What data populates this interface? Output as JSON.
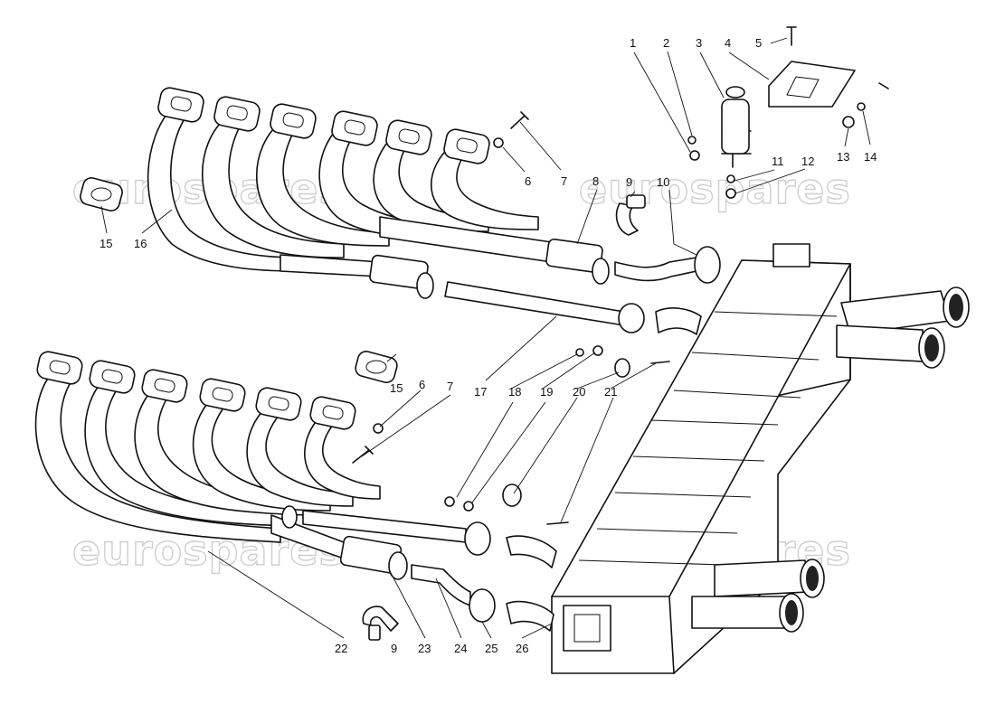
{
  "watermark_text": "eurospares",
  "colors": {
    "ink": "#111111",
    "paper": "#ffffff",
    "watermark": "#cfcfcf"
  },
  "labels": {
    "p1": "1",
    "p2": "2",
    "p3": "3",
    "p4": "4",
    "p5": "5",
    "p6": "6",
    "p7": "7",
    "p8": "8",
    "p9": "9",
    "p10": "10",
    "p11": "11",
    "p12": "12",
    "p13": "13",
    "p14": "14",
    "p15": "15",
    "p16": "16",
    "p6b": "6",
    "p7b": "7",
    "p15b": "15",
    "p17": "17",
    "p18": "18",
    "p19": "19",
    "p20": "20",
    "p21": "21",
    "p22": "22",
    "p9b": "9",
    "p23": "23",
    "p24": "24",
    "p25": "25",
    "p26": "26"
  }
}
